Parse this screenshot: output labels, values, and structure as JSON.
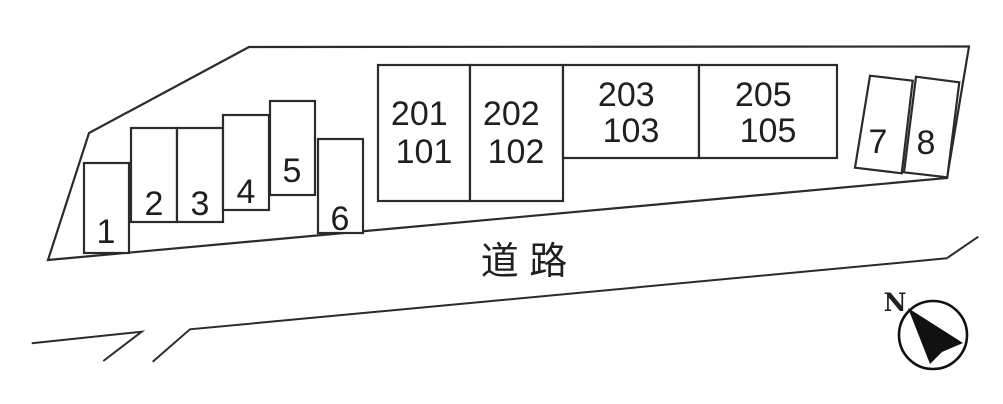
{
  "diagram": {
    "type": "site-layout-plan",
    "colors": {
      "line": "#2b2b2b",
      "text": "#1f1f1f",
      "background": "#ffffff",
      "compass_fill": "#111111"
    },
    "road": {
      "label": "道 路"
    },
    "compass": {
      "label": "N"
    },
    "buildings": [
      {
        "name": "building-201-101",
        "line1": "201",
        "line2": "101"
      },
      {
        "name": "building-202-102",
        "line1": "202",
        "line2": "102"
      },
      {
        "name": "building-203-103",
        "line1": "203",
        "line2": "103"
      },
      {
        "name": "building-205-105",
        "line1": "205",
        "line2": "105"
      }
    ],
    "parking_spaces": [
      {
        "number": "1"
      },
      {
        "number": "2"
      },
      {
        "number": "3"
      },
      {
        "number": "4"
      },
      {
        "number": "5"
      },
      {
        "number": "6"
      },
      {
        "number": "7"
      },
      {
        "number": "8"
      }
    ]
  }
}
